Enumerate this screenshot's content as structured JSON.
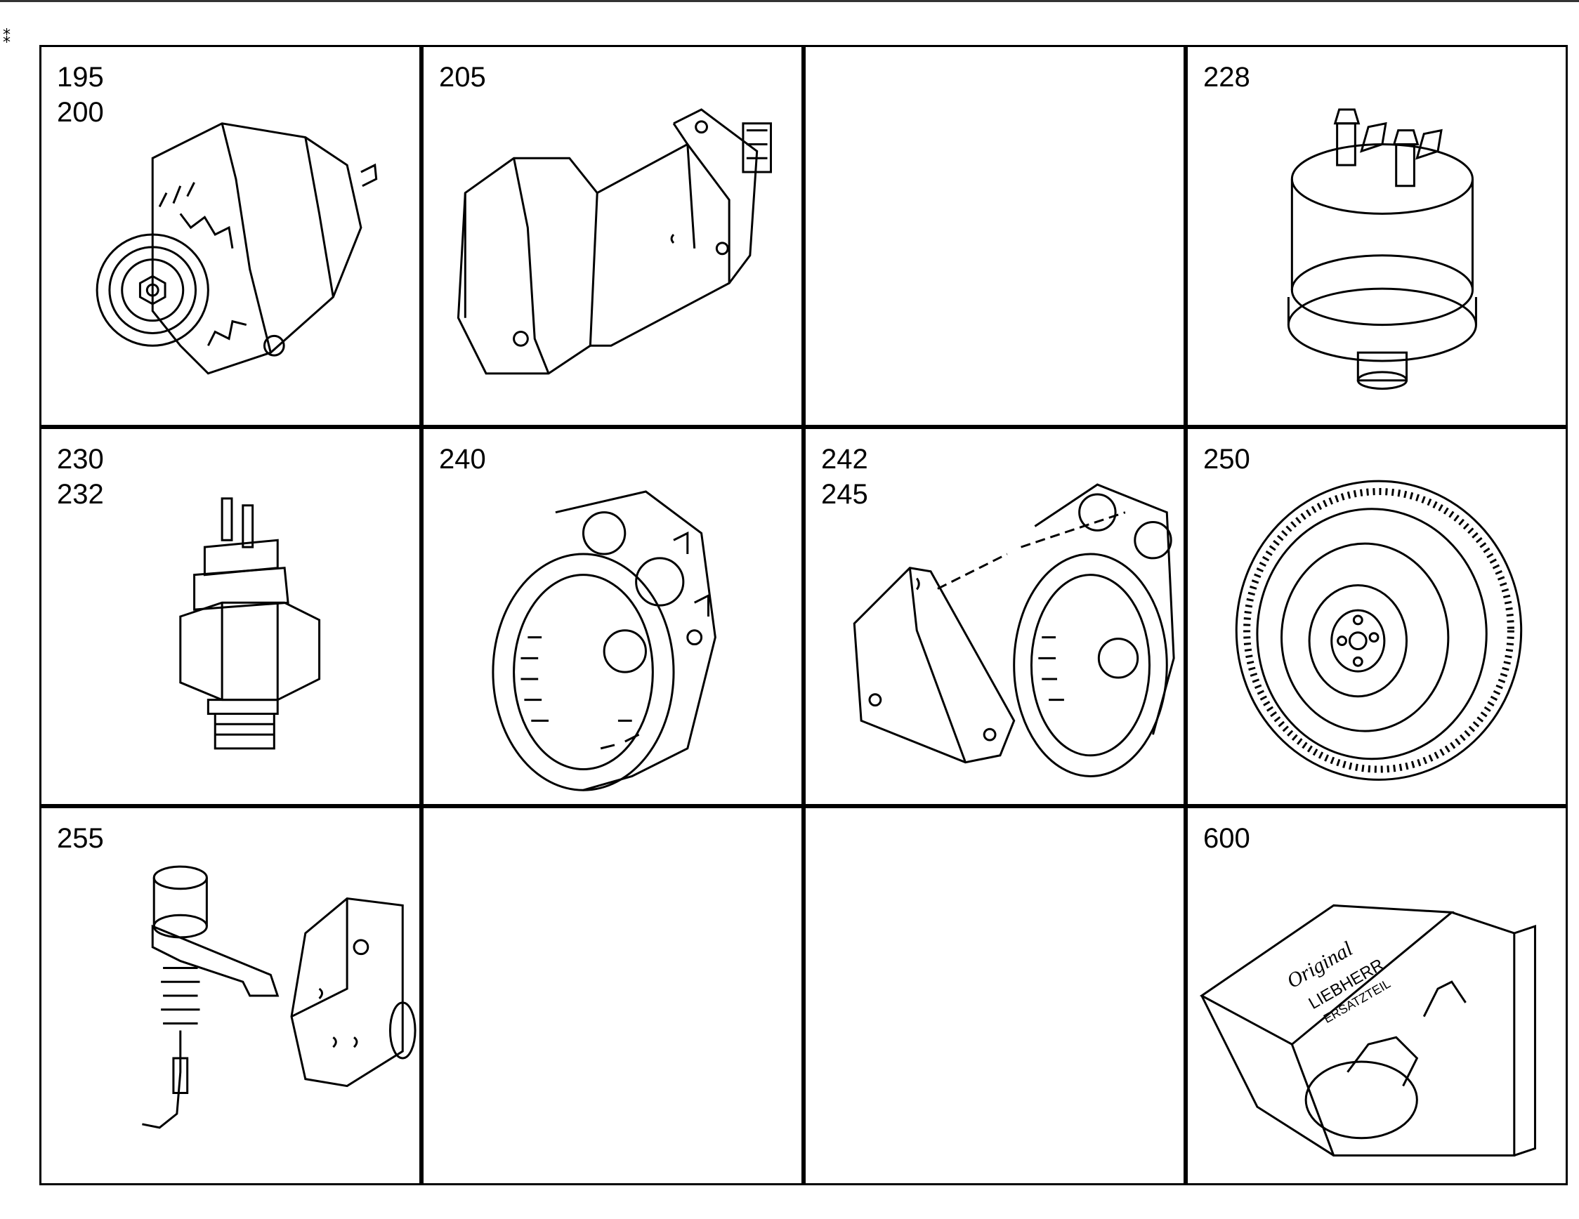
{
  "page": {
    "cells": [
      {
        "id": "c1",
        "numbers": [
          "195",
          "200"
        ],
        "part_icon": "alternator-icon"
      },
      {
        "id": "c2",
        "numbers": [
          "205"
        ],
        "part_icon": "starter-motor-icon"
      },
      {
        "id": "c3",
        "numbers": [],
        "part_icon": ""
      },
      {
        "id": "c4",
        "numbers": [
          "228"
        ],
        "part_icon": "pressure-switch-icon"
      },
      {
        "id": "c5",
        "numbers": [
          "230",
          "232"
        ],
        "part_icon": "temperature-switch-icon"
      },
      {
        "id": "c6",
        "numbers": [
          "240"
        ],
        "part_icon": "flywheel-housing-icon"
      },
      {
        "id": "c7",
        "numbers": [
          "242",
          "245"
        ],
        "part_icon": "housing-cover-icon"
      },
      {
        "id": "c8",
        "numbers": [
          "250"
        ],
        "part_icon": "flywheel-ring-gear-icon"
      },
      {
        "id": "c9",
        "numbers": [
          "255"
        ],
        "part_icon": "shutoff-solenoid-icon"
      },
      {
        "id": "c10",
        "numbers": [],
        "part_icon": ""
      },
      {
        "id": "c11",
        "numbers": [],
        "part_icon": ""
      },
      {
        "id": "c12",
        "numbers": [
          "600"
        ],
        "part_icon": "parts-kit-box-icon"
      }
    ],
    "box_print": {
      "line1": "Original",
      "line2": "LIEBHERR",
      "line3": "ERSATZTEIL"
    }
  }
}
